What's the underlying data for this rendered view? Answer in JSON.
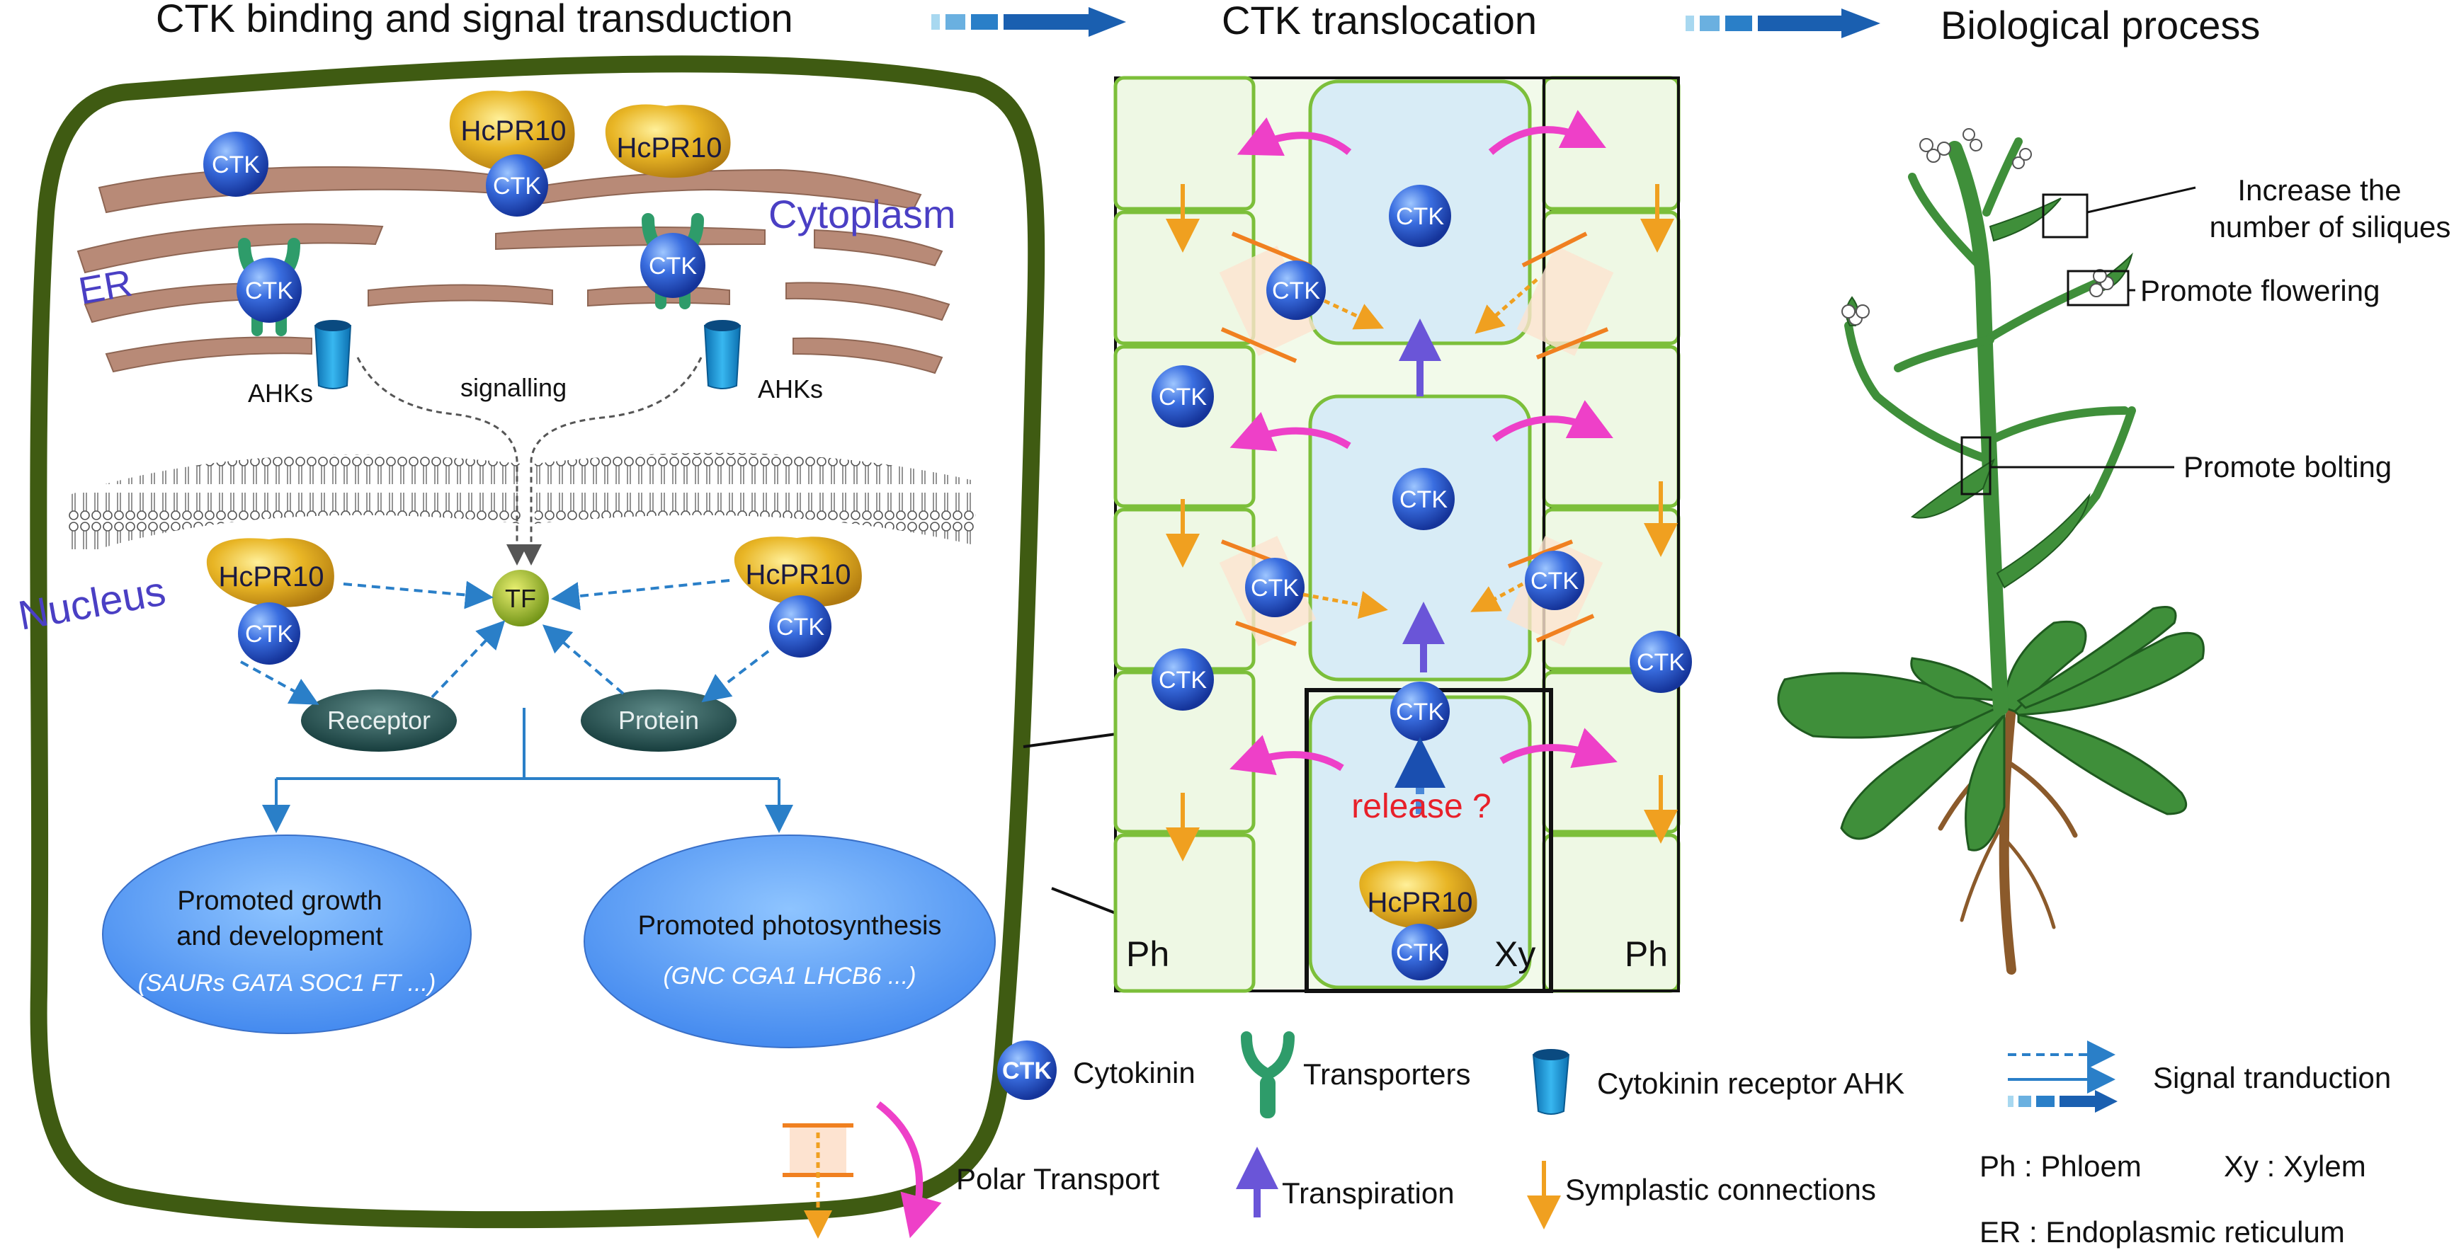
{
  "headers": {
    "binding": "CTK binding and signal transduction",
    "translocation": "CTK translocation",
    "biological": "Biological process"
  },
  "cell": {
    "cytoplasm": "Cytoplasm",
    "er": "ER",
    "nucleus": "Nucleus",
    "ctk": "CTK",
    "hcpr10": "HcPR10",
    "ahks": "AHKs",
    "signalling": "signalling",
    "tf": "TF",
    "receptor": "Receptor",
    "protein": "Protein",
    "growth_line1": "Promoted growth",
    "growth_line2": "and development",
    "growth_genes": "(SAURs  GATA  SOC1  FT ...)",
    "photo_title": "Promoted photosynthesis",
    "photo_genes": "(GNC  CGA1  LHCB6 ...)"
  },
  "translocation": {
    "ctk": "CTK",
    "hcpr10": "HcPR10",
    "release": "release ?",
    "ph": "Ph",
    "xy": "Xy"
  },
  "plant": {
    "siliques_line1": "Increase the",
    "siliques_line2": "number of siliques",
    "flowering": "Promote flowering",
    "bolting": "Promote bolting"
  },
  "legend": {
    "ctk_icon": "CTK",
    "cytokinin": "Cytokinin",
    "transporters": "Transporters",
    "receptor": "Cytokinin receptor AHK",
    "signal": "Signal tranduction",
    "polar": "Polar Transport",
    "transpiration": "Transpiration",
    "symplastic": "Symplastic connections",
    "ph": "Ph :  Phloem",
    "xy": "Xy :  Xylem",
    "er": "ER :  Endoplasmic reticulum"
  },
  "colors": {
    "cell_wall": "#3f5b12",
    "ctk_blue": "#2f5fd8",
    "hcpr10_gold": "#e0a91e",
    "er_brown": "#b88a77",
    "plant_green": "#3f8f3a",
    "root_brown": "#8b5a2b",
    "polar_pink": "#ee40c8",
    "symplastic_orange": "#f0a020",
    "transpiration_purple": "#6a55d8",
    "signal_blue": "#2a7fc8"
  }
}
